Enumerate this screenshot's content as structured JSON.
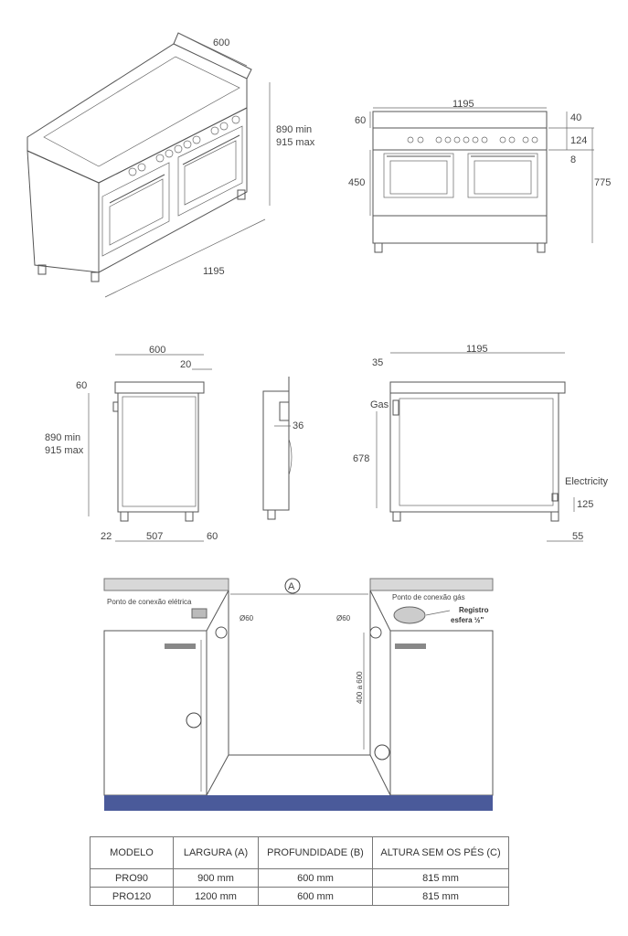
{
  "top_view_dims": {
    "depth": "600",
    "height_min": "890 min",
    "height_max": "915 max",
    "width": "1195"
  },
  "front_view_dims": {
    "width": "1195",
    "top60": "60",
    "top40": "40",
    "d124": "124",
    "d8": "8",
    "oven450": "450",
    "h775": "775"
  },
  "side_view_dims": {
    "depth": "600",
    "d20": "20",
    "top60": "60",
    "height_min": "890 min",
    "height_max": "915 max",
    "d22": "22",
    "d507": "507",
    "d60": "60"
  },
  "profile_dims": {
    "d36": "36"
  },
  "rear_view_dims": {
    "width": "1195",
    "d35": "35",
    "gas": "Gas",
    "d678": "678",
    "electricity": "Electricity",
    "d125": "125",
    "d55": "55"
  },
  "install": {
    "marker_a": "A",
    "electric_point": "Ponto de conexão elétrica",
    "gas_point": "Ponto de conexão gás",
    "registro_line1": "Registro",
    "registro_line2": "esfera ½\"",
    "hole_left": "Ø60",
    "hole_right": "Ø60",
    "height_range": "400 a 600",
    "colors": {
      "floor": "#4a5a9a",
      "counter": "#d8d8d8"
    }
  },
  "table": {
    "headers": [
      "MODELO",
      "LARGURA (A)",
      "PROFUNDIDADE (B)",
      "ALTURA SEM OS PÉS (C)"
    ],
    "rows": [
      [
        "PRO90",
        "900 mm",
        "600 mm",
        "815 mm"
      ],
      [
        "PRO120",
        "1200 mm",
        "600 mm",
        "815 mm"
      ]
    ]
  }
}
